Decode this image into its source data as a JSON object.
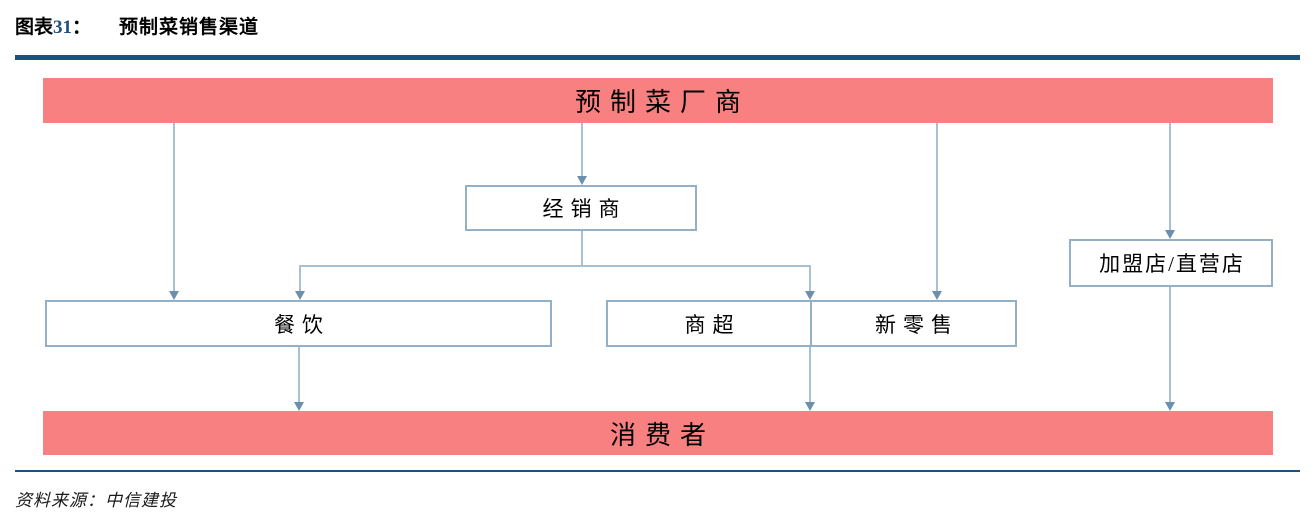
{
  "header": {
    "figure_label": "图表",
    "figure_number": "31",
    "colon": "：",
    "title": "预制菜销售渠道"
  },
  "diagram": {
    "type": "flowchart",
    "top_bar": "预制菜厂商",
    "distributor": "经销商",
    "franchise": "加盟店/直营店",
    "catering": "餐饮",
    "supermarket": "商超",
    "new_retail": "新零售",
    "bottom_bar": "消费者",
    "edges": [
      "预制菜厂商 -> 经销商",
      "预制菜厂商 -> 餐饮",
      "预制菜厂商 -> 新零售",
      "预制菜厂商 -> 加盟店/直营店",
      "经销商 -> 餐饮",
      "经销商 -> 商超/新零售",
      "餐饮 -> 消费者",
      "商超/新零售 -> 消费者",
      "加盟店/直营店 -> 消费者"
    ]
  },
  "footer": {
    "source": "资料来源：中信建投"
  },
  "colors": {
    "bar": "#f98080",
    "box-border": "#92b1c7",
    "connector": "#a9c0d4",
    "arrow": "#6b90ae",
    "rule": "#1b5080"
  }
}
